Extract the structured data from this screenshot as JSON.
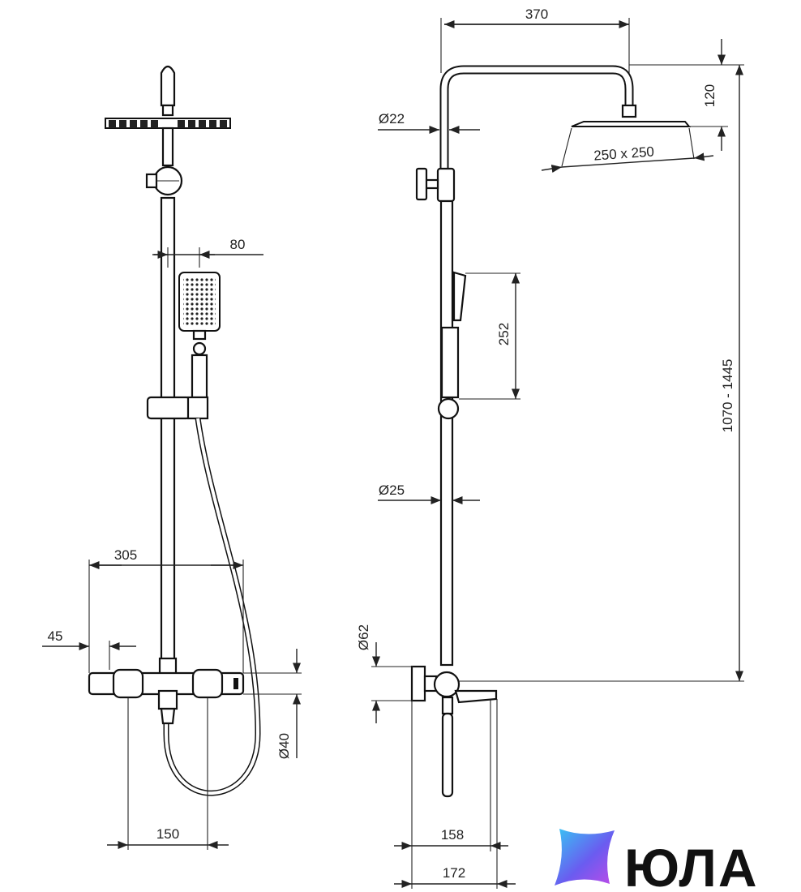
{
  "dimensions": {
    "front_handshower_offset": "80",
    "front_total_width": "305",
    "front_side_offset": "45",
    "front_inlet_spacing": "150",
    "front_body_diameter": "Ø40",
    "side_arm_reach": "370",
    "side_arm_height": "120",
    "side_head_size": "250 x 250",
    "side_upper_pipe_diameter": "Ø22",
    "side_lower_pipe_diameter": "Ø25",
    "side_handshower_length": "252",
    "side_height_range": "1070 - 1445",
    "side_escutcheon_diameter": "Ø62",
    "side_spout_depth": "158",
    "side_total_depth": "172"
  },
  "logo": {
    "text": "ЮЛА",
    "gradient": [
      "#36c6f4",
      "#6a5cf0",
      "#c04ae8"
    ]
  }
}
